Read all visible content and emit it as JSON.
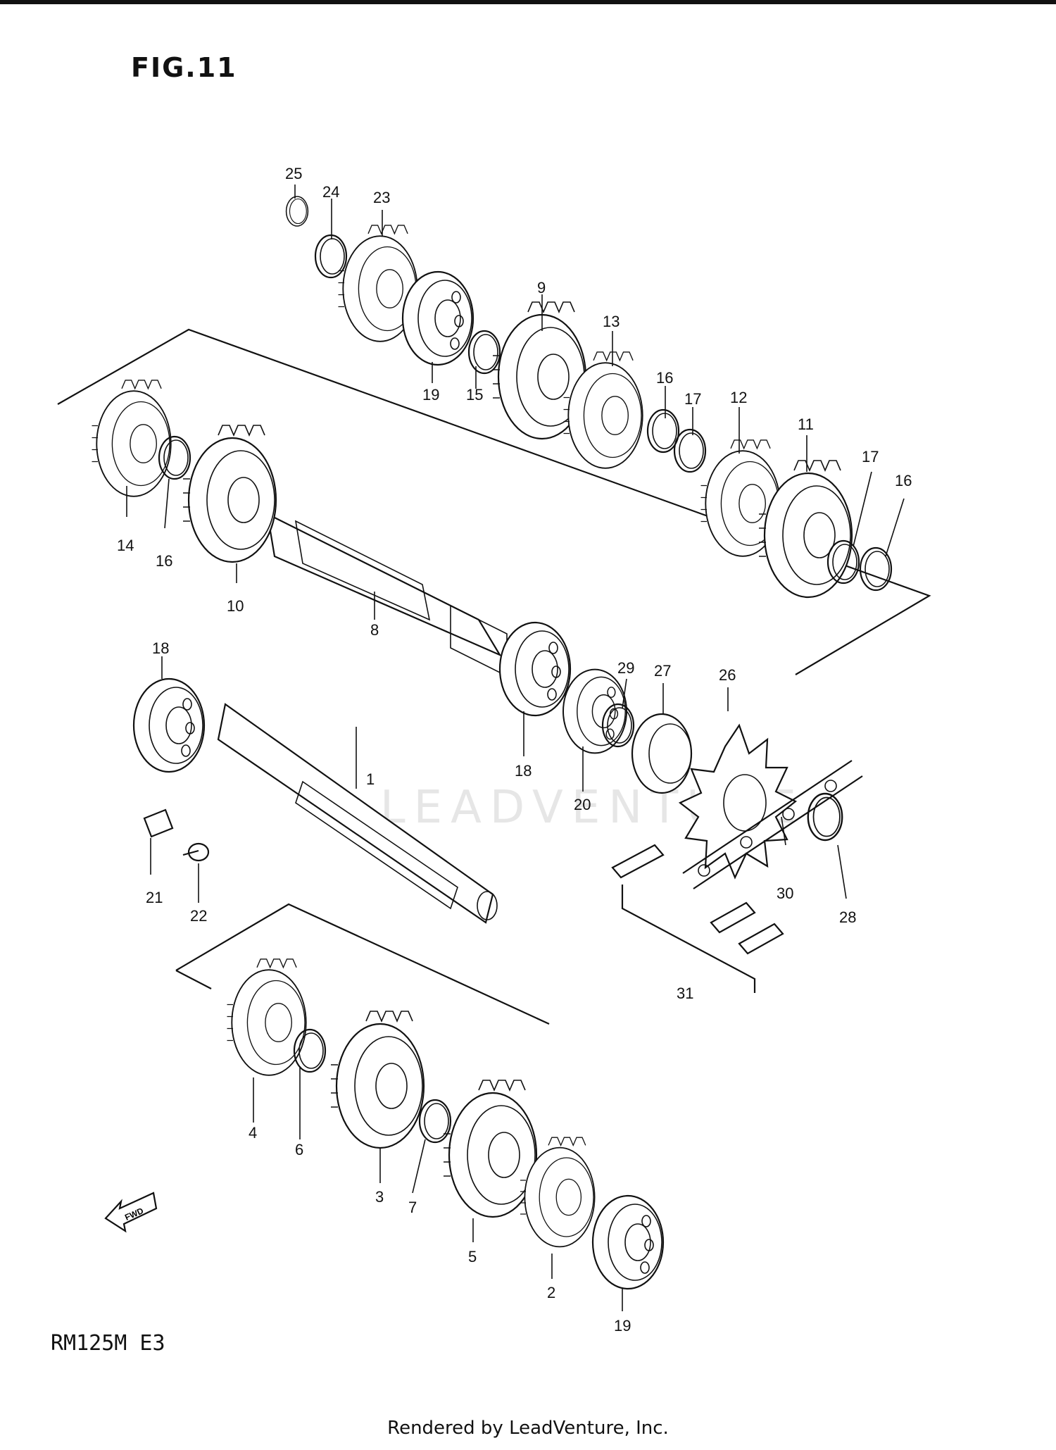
{
  "figure": {
    "title": "FIG.11",
    "model": "RM125M E3",
    "footer": "Rendered by LeadVenture, Inc.",
    "watermark": "LEADVENTURE"
  },
  "direction_marker": {
    "label": "FWD",
    "icon": "fwd-arrow-icon"
  },
  "callouts": [
    {
      "id": "c1",
      "label": "1"
    },
    {
      "id": "c2",
      "label": "2"
    },
    {
      "id": "c3",
      "label": "3"
    },
    {
      "id": "c4",
      "label": "4"
    },
    {
      "id": "c5",
      "label": "5"
    },
    {
      "id": "c6",
      "label": "6"
    },
    {
      "id": "c7",
      "label": "7"
    },
    {
      "id": "c8",
      "label": "8"
    },
    {
      "id": "c9",
      "label": "9"
    },
    {
      "id": "c10",
      "label": "10"
    },
    {
      "id": "c11",
      "label": "11"
    },
    {
      "id": "c12",
      "label": "12"
    },
    {
      "id": "c13",
      "label": "13"
    },
    {
      "id": "c14",
      "label": "14"
    },
    {
      "id": "c15",
      "label": "15"
    },
    {
      "id": "c16a",
      "label": "16"
    },
    {
      "id": "c16b",
      "label": "16"
    },
    {
      "id": "c16c",
      "label": "16"
    },
    {
      "id": "c17a",
      "label": "17"
    },
    {
      "id": "c17b",
      "label": "17"
    },
    {
      "id": "c18a",
      "label": "18"
    },
    {
      "id": "c18b",
      "label": "18"
    },
    {
      "id": "c19a",
      "label": "19"
    },
    {
      "id": "c19b",
      "label": "19"
    },
    {
      "id": "c20",
      "label": "20"
    },
    {
      "id": "c21",
      "label": "21"
    },
    {
      "id": "c22",
      "label": "22"
    },
    {
      "id": "c23",
      "label": "23"
    },
    {
      "id": "c24",
      "label": "24"
    },
    {
      "id": "c25",
      "label": "25"
    },
    {
      "id": "c26",
      "label": "26"
    },
    {
      "id": "c27",
      "label": "27"
    },
    {
      "id": "c28",
      "label": "28"
    },
    {
      "id": "c29",
      "label": "29"
    },
    {
      "id": "c30",
      "label": "30"
    },
    {
      "id": "c31",
      "label": "31"
    }
  ]
}
